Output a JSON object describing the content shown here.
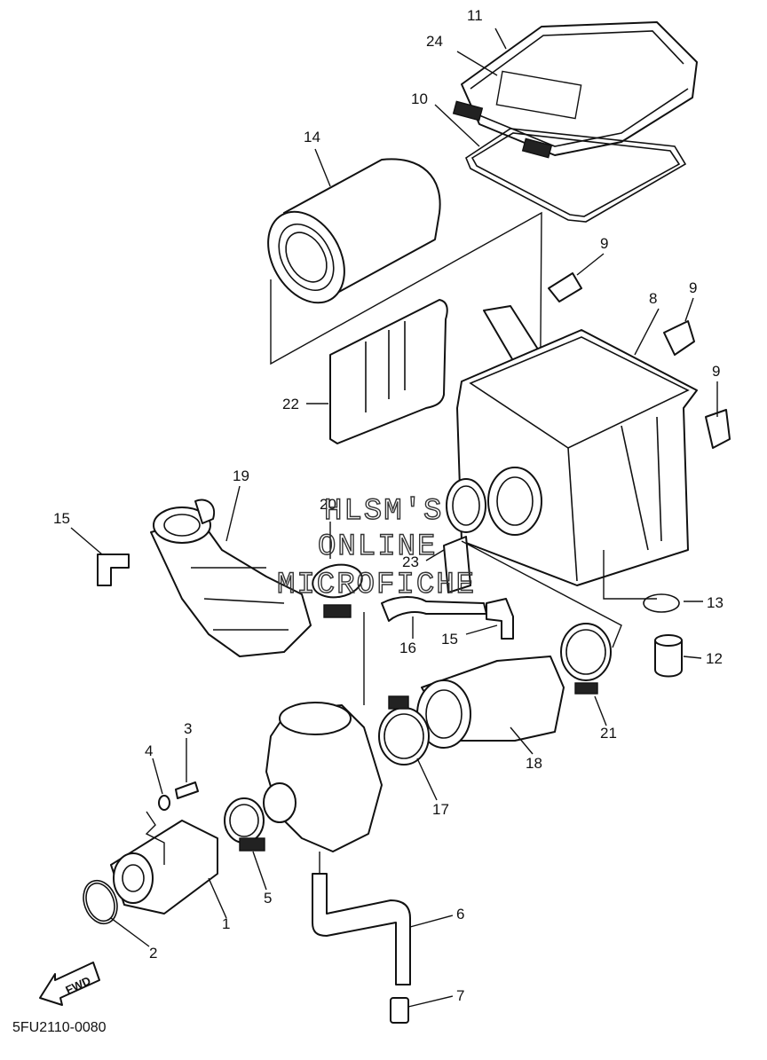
{
  "diagram": {
    "code": "5FU2110-0080",
    "fwd_label": "FWD",
    "watermark": [
      "HLSM'S",
      "ONLINE",
      "MICROFICHE"
    ],
    "labels": {
      "n1": "1",
      "n2": "2",
      "n3": "3",
      "n4": "4",
      "n5": "5",
      "n6": "6",
      "n7": "7",
      "n8": "8",
      "n9a": "9",
      "n9b": "9",
      "n9c": "9",
      "n10": "10",
      "n11": "11",
      "n12": "12",
      "n13": "13",
      "n14": "14",
      "n15a": "15",
      "n15b": "15",
      "n16": "16",
      "n17": "17",
      "n18": "18",
      "n19": "19",
      "n20": "20",
      "n21": "21",
      "n22": "22",
      "n23": "23",
      "n24": "24"
    }
  }
}
